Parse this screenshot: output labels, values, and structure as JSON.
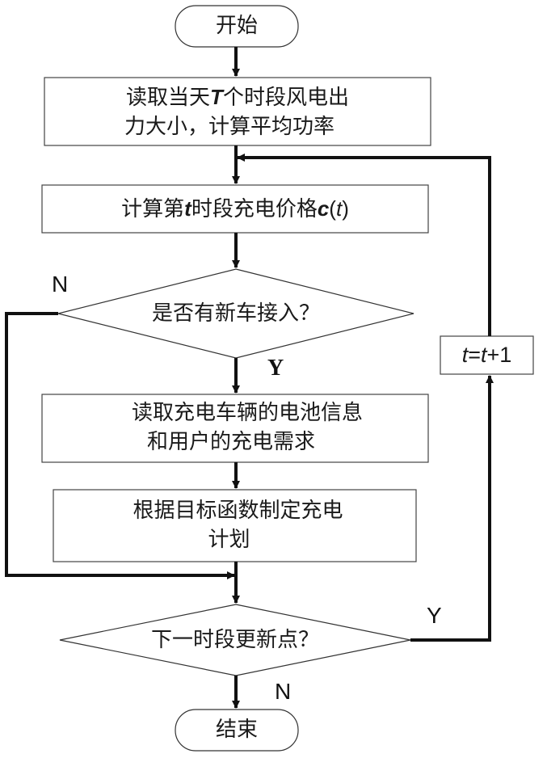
{
  "diagram": {
    "type": "flowchart",
    "nodes": {
      "start": {
        "shape": "terminal",
        "text": "开始"
      },
      "read_wind": {
        "shape": "process",
        "line1_a": "读取当天",
        "line1_var": "T",
        "line1_b": "个时段风电出",
        "line2": "力大小，计算平均功率"
      },
      "calc_price": {
        "shape": "process",
        "text_a": "计算第",
        "var_t": "t",
        "text_b": "时段充电价格",
        "var_c": "c",
        "paren_open": "(",
        "paren_close": ")"
      },
      "new_car": {
        "shape": "decision",
        "text": "是否有新车接入？"
      },
      "read_battery": {
        "shape": "process",
        "line1": "读取充电车辆的电池信息",
        "line2": "和用户的充电需求"
      },
      "make_plan": {
        "shape": "process",
        "line1": "根据目标函数制定充电",
        "line2": "计划"
      },
      "next_period": {
        "shape": "decision",
        "text": "下一时段更新点？"
      },
      "increment": {
        "shape": "process",
        "var1": "t",
        "eq": "=",
        "var2": "t",
        "plus_one": "+1"
      },
      "end": {
        "shape": "terminal",
        "text": "结束"
      }
    },
    "edges": [
      {
        "from": "start",
        "to": "read_wind",
        "label": ""
      },
      {
        "from": "read_wind",
        "to": "calc_price",
        "label": ""
      },
      {
        "from": "calc_price",
        "to": "new_car",
        "label": ""
      },
      {
        "from": "new_car",
        "to": "read_battery",
        "label": "Y"
      },
      {
        "from": "new_car",
        "to": "next_period",
        "label": "N"
      },
      {
        "from": "read_battery",
        "to": "make_plan",
        "label": ""
      },
      {
        "from": "make_plan",
        "to": "next_period",
        "label": ""
      },
      {
        "from": "next_period",
        "to": "increment",
        "label": "Y"
      },
      {
        "from": "next_period",
        "to": "end",
        "label": "N"
      },
      {
        "from": "increment",
        "to": "calc_price",
        "label": ""
      }
    ],
    "labels": {
      "new_car_yes": "Y",
      "new_car_no": "N",
      "next_yes": "Y",
      "next_no": "N"
    }
  }
}
